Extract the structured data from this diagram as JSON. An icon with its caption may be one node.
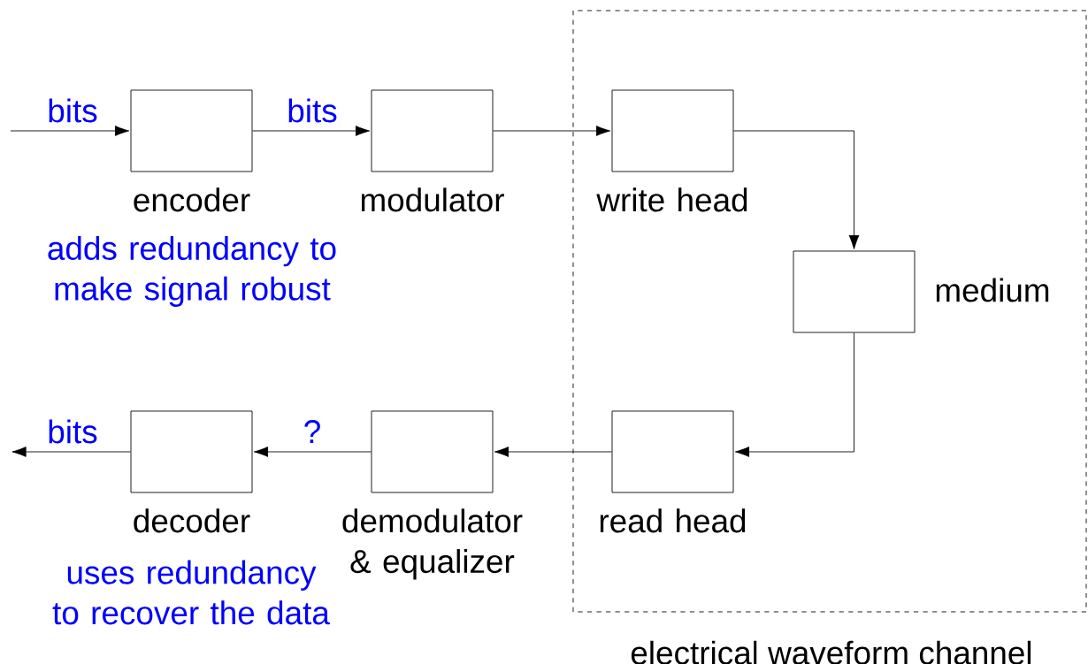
{
  "diagram": {
    "nodes": [
      {
        "text": [
          "electrical waveform channel"
        ]
      },
      {
        "text": [
          "encoder"
        ],
        "beside": [
          "adds redundancy to make signal robust"
        ]
      },
      {
        "text": [
          "modulator"
        ]
      },
      {
        "text": [
          "write head"
        ],
        "in": 0
      },
      {
        "text": [
          "medium"
        ],
        "in": 0
      },
      {
        "text": [
          "read head"
        ],
        "in": 0
      },
      {
        "text": [
          "demodulator & equalizer"
        ]
      },
      {
        "text": [
          "decoder"
        ],
        "beside": [
          "uses redundancy to recover the data"
        ]
      }
    ],
    "edges": [
      {
        "from": null,
        "to": 1,
        "arrow": "to",
        "label": "bits"
      },
      {
        "from": 1,
        "to": 2,
        "arrow": "to",
        "label": "bits"
      },
      {
        "from": 2,
        "to": 3,
        "arrow": "to"
      },
      {
        "from": 3,
        "to": 4,
        "arrow": "to"
      },
      {
        "from": 4,
        "to": 5,
        "arrow": "to"
      },
      {
        "from": 5,
        "to": 6,
        "arrow": "to"
      },
      {
        "from": 6,
        "to": 7,
        "arrow": "to",
        "label": "?"
      },
      {
        "from": 7,
        "to": null,
        "arrow": "to",
        "label": "bits"
      }
    ]
  }
}
